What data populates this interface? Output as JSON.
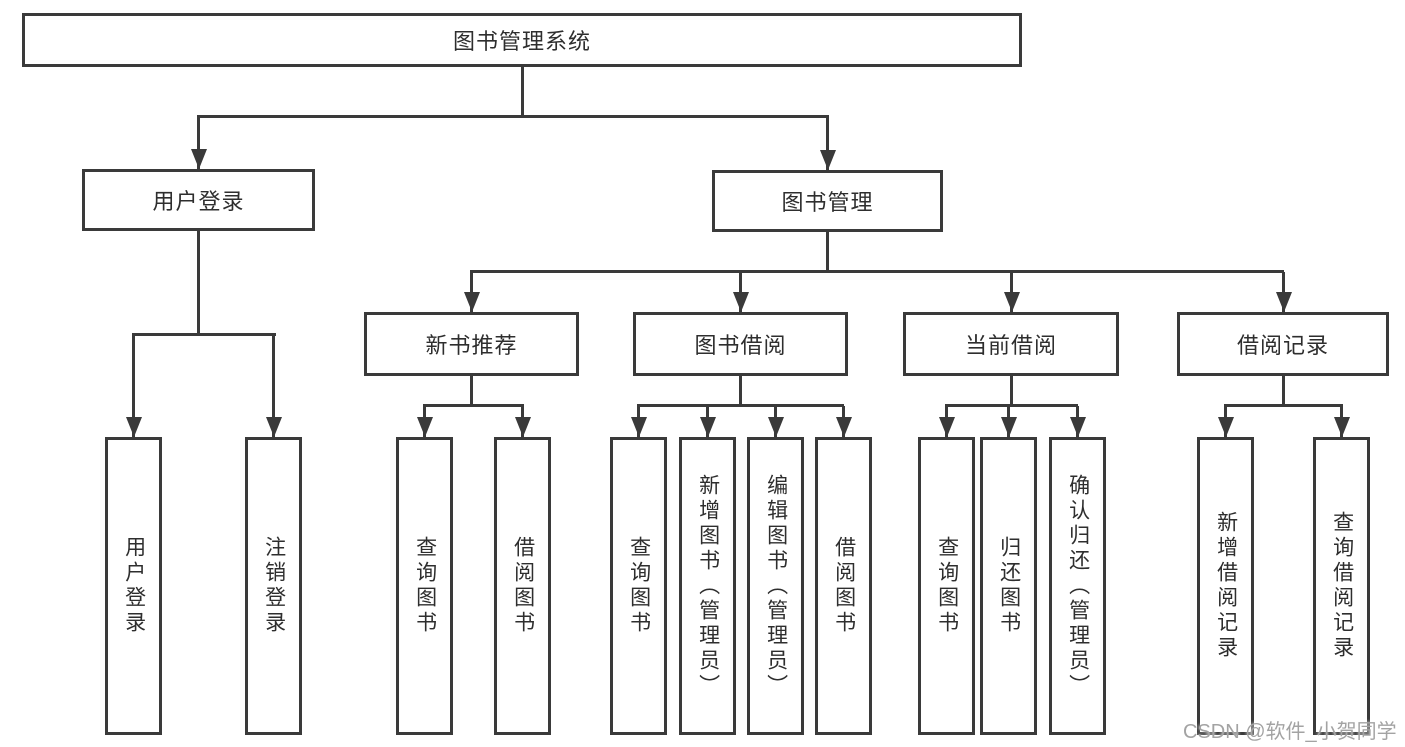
{
  "diagram": {
    "root": {
      "label": "图书管理系统"
    },
    "level2": [
      {
        "id": "user-login",
        "label": "用户登录"
      },
      {
        "id": "book-management",
        "label": "图书管理"
      }
    ],
    "level3": [
      {
        "id": "new-book-recommend",
        "label": "新书推荐"
      },
      {
        "id": "book-borrowing",
        "label": "图书借阅"
      },
      {
        "id": "current-borrowing",
        "label": "当前借阅"
      },
      {
        "id": "borrowing-records",
        "label": "借阅记录"
      }
    ],
    "leaves": [
      {
        "group": "user-login",
        "label": "用户登录"
      },
      {
        "group": "user-login",
        "label": "注销登录"
      },
      {
        "group": "new-book-recommend",
        "label": "查询图书"
      },
      {
        "group": "new-book-recommend",
        "label": "借阅图书"
      },
      {
        "group": "book-borrowing",
        "label": "查询图书"
      },
      {
        "group": "book-borrowing",
        "label": "新增图书（管理员）"
      },
      {
        "group": "book-borrowing",
        "label": "编辑图书（管理员）"
      },
      {
        "group": "book-borrowing",
        "label": "借阅图书"
      },
      {
        "group": "current-borrowing",
        "label": "查询图书"
      },
      {
        "group": "current-borrowing",
        "label": "归还图书"
      },
      {
        "group": "current-borrowing",
        "label": "确认归还（管理员）"
      },
      {
        "group": "borrowing-records",
        "label": "新增借阅记录"
      },
      {
        "group": "borrowing-records",
        "label": "查询借阅记录"
      }
    ]
  },
  "watermark": {
    "text": "CSDN @软件_小贺同学"
  },
  "colors": {
    "line": "#3a3a3a",
    "text": "#2e2e2e",
    "watermark": "#a3a3a3",
    "background": "#ffffff"
  }
}
